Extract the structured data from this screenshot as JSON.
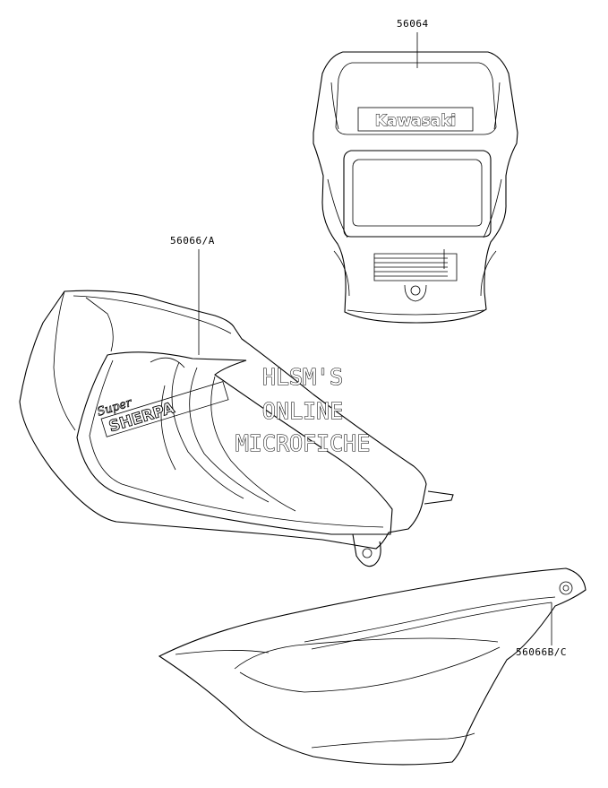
{
  "callouts": {
    "top": "56064",
    "middle": "56066/A",
    "bottom": "56066B/C"
  },
  "watermark": {
    "line1": "HLSM'S",
    "line2": "ONLINE",
    "line3": "MICROFICHE"
  },
  "decals": {
    "headlight_brand": "Kawasaki",
    "tank_super": "Super",
    "tank_model": "SHERPA"
  }
}
